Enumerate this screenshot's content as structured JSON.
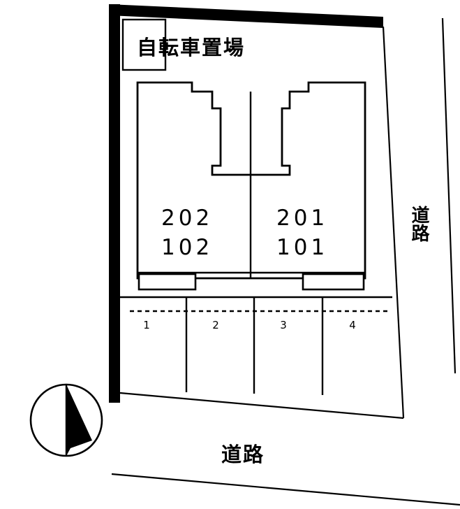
{
  "plan": {
    "title_bicycle_parking": "自転車置場",
    "road_right": "道路",
    "road_bottom": "道路",
    "units": [
      {
        "id": "unit-202",
        "label": "202"
      },
      {
        "id": "unit-201",
        "label": "201"
      },
      {
        "id": "unit-102",
        "label": "102"
      },
      {
        "id": "unit-101",
        "label": "101"
      }
    ],
    "parking_stalls": [
      {
        "id": "stall-1",
        "label": "1"
      },
      {
        "id": "stall-2",
        "label": "2"
      },
      {
        "id": "stall-3",
        "label": "3"
      },
      {
        "id": "stall-4",
        "label": "4"
      }
    ],
    "compass": {
      "name": "north-arrow",
      "direction": "north"
    },
    "colors": {
      "ink": "#000000",
      "paper": "#ffffff",
      "wall": "#000000"
    }
  }
}
